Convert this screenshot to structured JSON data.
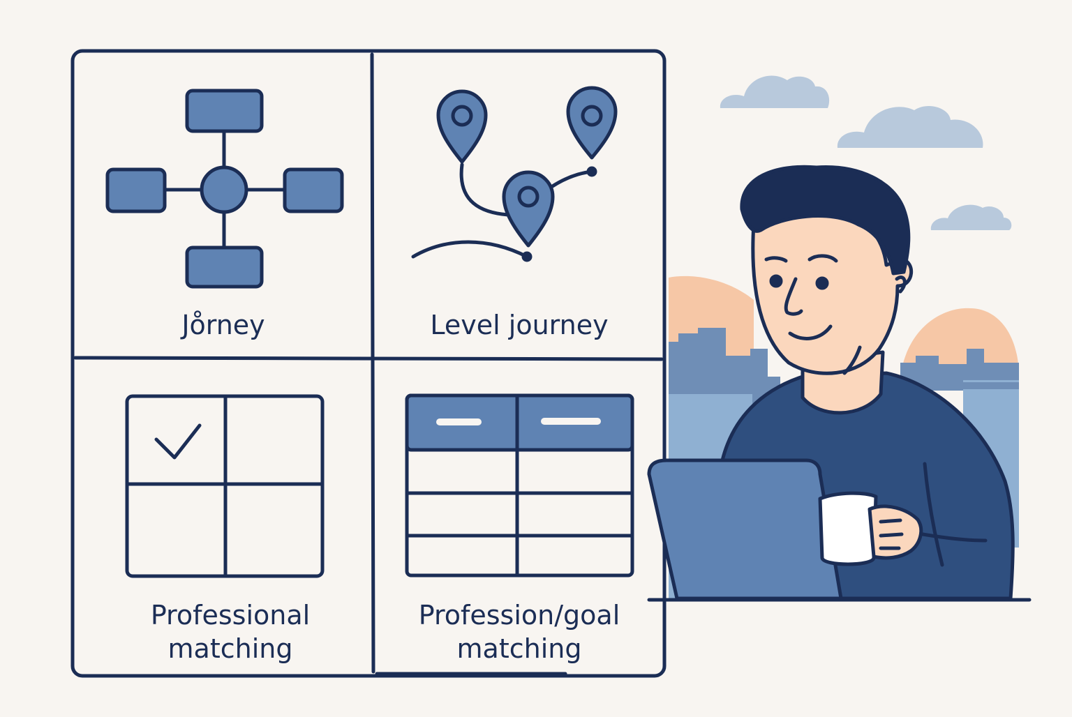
{
  "panels": [
    {
      "id": "journey",
      "label": "Jo̊rney",
      "icon": "hub-diagram-icon"
    },
    {
      "id": "level-journey",
      "label": "Level journey",
      "icon": "map-pins-route-icon"
    },
    {
      "id": "professional-matching",
      "label_lines": [
        "Professional",
        "matching"
      ],
      "icon": "checkbox-grid-icon"
    },
    {
      "id": "profession-goal-matching",
      "label_lines": [
        "Profession/goal",
        "matching"
      ],
      "icon": "table-icon"
    }
  ],
  "colors": {
    "background": "#f8f5f1",
    "ink": "#1b2d55",
    "accent_blue": "#5f83b3",
    "sky_cloud": "#b8c9dc",
    "sunset": "#f6c7a6",
    "city": "#6f8eb6",
    "sweater": "#2f4f7f",
    "skin": "#fbd7bd"
  }
}
